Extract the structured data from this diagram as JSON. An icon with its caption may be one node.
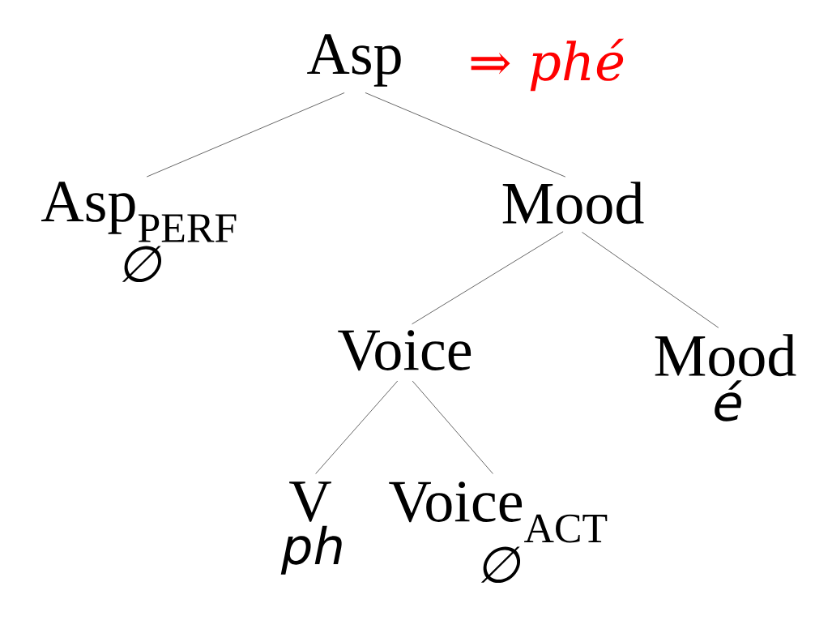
{
  "diagram": {
    "nodes": [
      {
        "text": [
          "Asp"
        ],
        "beside": [
          "⇒ *phé*"
        ]
      },
      {
        "text": [
          "Asp$_{PERF}$",
          "∅"
        ]
      },
      {
        "text": [
          "Mood"
        ]
      },
      {
        "text": [
          "Voice"
        ]
      },
      {
        "text": [
          "Mood",
          "é"
        ]
      },
      {
        "text": [
          "V",
          "ph"
        ]
      },
      {
        "text": [
          "Voice$_{ACT}$",
          "∅"
        ]
      }
    ],
    "edges": [
      {
        "from": 0,
        "to": 1,
        "arrow": "none"
      },
      {
        "from": 0,
        "to": 2,
        "arrow": "none"
      },
      {
        "from": 2,
        "to": 3,
        "arrow": "none"
      },
      {
        "from": 2,
        "to": 4,
        "arrow": "none"
      },
      {
        "from": 3,
        "to": 5,
        "arrow": "none"
      },
      {
        "from": 3,
        "to": 6,
        "arrow": "none"
      }
    ]
  }
}
